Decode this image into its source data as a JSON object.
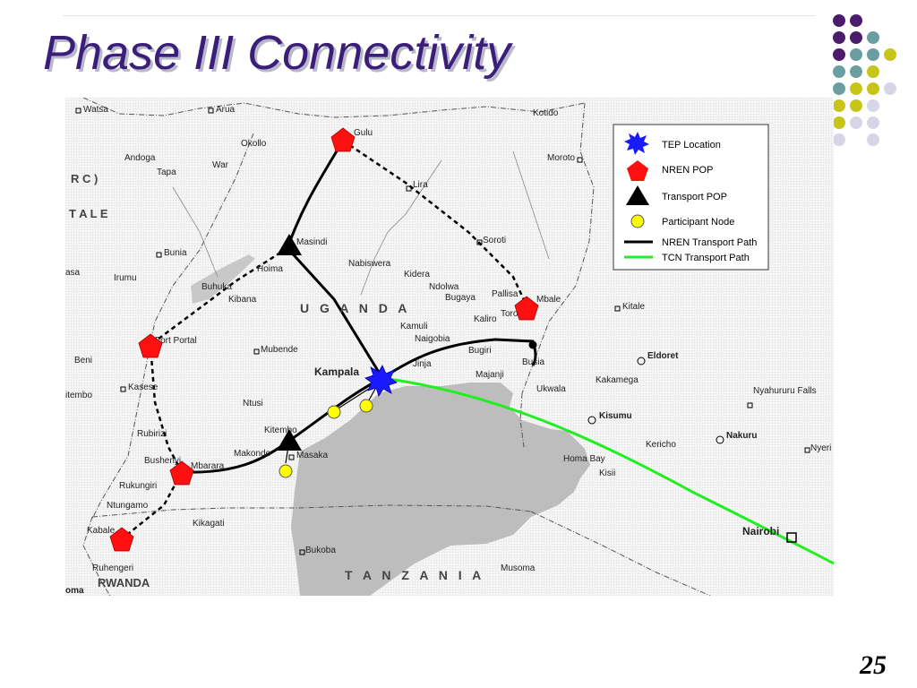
{
  "slide": {
    "title": "Phase III Connectivity",
    "page_number": "25"
  },
  "colors": {
    "title": "#3a1e7a",
    "tep": "#1a1aff",
    "nren_pop": "#ff1010",
    "transport_pop": "#000000",
    "participant": "#ffff00",
    "nren_path": "#000000",
    "tcn_path": "#22ee22",
    "dot_purple": "#4b1c6c",
    "dot_teal": "#6a9ea0",
    "dot_olive": "#c8c51a",
    "dot_lavender": "#d6d6e6"
  },
  "legend": {
    "items": [
      {
        "icon": "blue-star-icon",
        "label": "TEP Location"
      },
      {
        "icon": "red-pentagon-icon",
        "label": "NREN POP"
      },
      {
        "icon": "black-triangle-icon",
        "label": "Transport POP"
      },
      {
        "icon": "yellow-circle-icon",
        "label": "Participant Node"
      },
      {
        "icon": "black-line-icon",
        "label": "NREN Transport Path"
      },
      {
        "icon": "green-line-icon",
        "label": "TCN Transport Path"
      }
    ]
  },
  "map": {
    "countries": {
      "uganda": "U G A N D A",
      "tanzania": "T A N Z A N I A",
      "rwanda": "RWANDA",
      "drc": "R C )",
      "drc2": "T A L E"
    },
    "places": {
      "watsa": "Watsa",
      "arua": "Arua",
      "gulu": "Gulu",
      "kotido": "Kotido",
      "okollo": "Okollo",
      "andoga": "Andoga",
      "war": "War",
      "tapa": "Tapa",
      "lira": "Lira",
      "moroto": "Moroto",
      "soroti": "Soroti",
      "masindi": "Masindi",
      "bunia": "Bunia",
      "asa": "asa",
      "irumu": "Irumu",
      "hoima": "Hoima",
      "nabiswera": "Nabiswera",
      "kidera": "Kidera",
      "ndolwa": "Ndolwa",
      "bugaya": "Bugaya",
      "pallisa": "Pallisa",
      "mbale": "Mbale",
      "kitale": "Kitale",
      "buhuka": "Buhuka",
      "kibana": "Kibana",
      "kamuli": "Kamuli",
      "kaliro": "Kaliro",
      "naigobia": "Naigobia",
      "tororo": "Tororo",
      "fort_portal": "Fort Portal",
      "mubende": "Mubende",
      "jinja": "Jinja",
      "bugiri": "Bugiri",
      "busia": "Busia",
      "eldoret": "Eldoret",
      "beni": "Beni",
      "kampala": "Kampala",
      "majanji": "Majanji",
      "kakamega": "Kakamega",
      "itembo": "itembo",
      "kasese": "Kasese",
      "ukwala": "Ukwala",
      "nyahururu_falls": "Nyahururu Falls",
      "ntusi": "Ntusi",
      "kisumu": "Kisumu",
      "kitembo": "Kitembo",
      "rubirizi": "Rubirizi",
      "kericho": "Kericho",
      "nakuru": "Nakuru",
      "makondo": "Makondo",
      "masaka": "Masaka",
      "bushenyi": "Bushenyi",
      "mbarara": "Mbarara",
      "homa_bay": "Homa Bay",
      "nyeri": "Nyeri",
      "kisii": "Kisii",
      "rukungiri": "Rukungiri",
      "ntungamo": "Ntungamo",
      "kikagati": "Kikagati",
      "kabale": "Kabale",
      "nairobi": "Nairobi",
      "bukoba": "Bukoba",
      "musoma": "Musoma",
      "ruhengeri": "Ruhengeri",
      "oma": "oma"
    }
  }
}
